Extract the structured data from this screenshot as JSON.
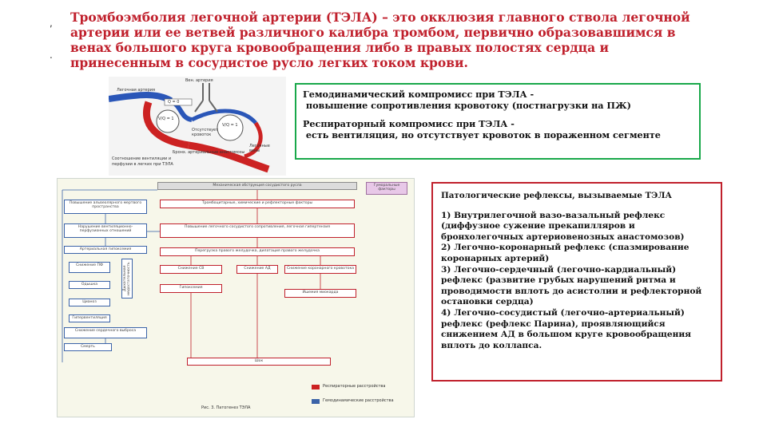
{
  "title_lines": [
    "Тромбоэмболия легочной артерии (ТЭЛА) – это окклюзия главного ствола легочной",
    "артерии или ее ветвей различного калибра тромбом, первично образовавшимся в",
    "венах большого круга кровообращения либо в правых полостях сердца и",
    "принесенным в сосудистое русло легких током крови."
  ],
  "bullets": [
    ",",
    "."
  ],
  "figure_labels": {
    "top": "Вен. артерия",
    "pa": "Легочная артерия",
    "zone1": "V/Q = 1",
    "zone2": "V/Q = 1",
    "zone3": "Q = 0",
    "bronchus": "Отсутствует кровоток",
    "anast": "Бронх. артериальные анастомозы",
    "vein": "Легочные вены",
    "caption": "Соотношение вентиляции и перфузии в легких при ТЭЛА"
  },
  "green_box": {
    "p1_line1": "Гемодинамический компромисс при ТЭЛА -",
    "p1_line2": "повышение сопротивления кровотоку (постнагрузки на ПЖ)",
    "p2_line1": "Респираторный компромисс при ТЭЛА -",
    "p2_line2": "есть вентиляция, но отсутствует кровоток в пораженном сегменте"
  },
  "flow": {
    "header": "Механическая обструкция сосудистого русла",
    "side_header": "Гуморальные факторы",
    "right_boxes": [
      "Тромбоцитарные, химические и рефлекторные факторы",
      "Повышение легочного сосудистого сопротивления, легочная гипертензия",
      "Перегрузка правого желудочка, дилатация правого желудочка",
      "Снижение СВ",
      "Гипоксемия",
      "Снижение АД",
      "Снижение коронарного кровотока",
      "Ишемия миокарда",
      "Шок"
    ],
    "left_boxes": [
      "Повышение альвеолярного мертвого пространства",
      "Нарушение вентиляционно-перфузионных отношений",
      "Артериальная гипоксемия",
      "Снижение ПФ",
      "Одышка",
      "Цианоз",
      "Гипервентиляция",
      "Снижение сердечного выброса",
      "Смерть"
    ],
    "vertical": "Дыхательная недостаточность",
    "legend_1": "Респираторные расстройства",
    "legend_2": "Гемодинамические расстройства",
    "caption": "Рис. 3. Патогенез ТЭЛА"
  },
  "red_box": {
    "heading": "Патологические рефлексы, вызываемые ТЭЛА",
    "lines": [
      "1) Внутрилегочной вазо-вазальный рефлекс",
      "(диффузное сужение прекапилляров и",
      "бронхолегочных артериовенозных анастомозов)",
      "2) Легочно-коронарный рефлекс (спазмирование",
      "коронарных артерий)",
      "3) Легочно-сердечный (легочно-кардиальный)",
      "рефлекс (развитие грубых нарушений ритма и",
      "проводимости вплоть до асистолии и рефлекторной",
      "остановки сердца)",
      "4) Легочно-сосудистый (легочно-артериальный)",
      "рефлекс (рефлекс Парина), проявляющийся",
      "снижением АД в большом круге кровообращения",
      "вплоть до коллапса."
    ]
  }
}
